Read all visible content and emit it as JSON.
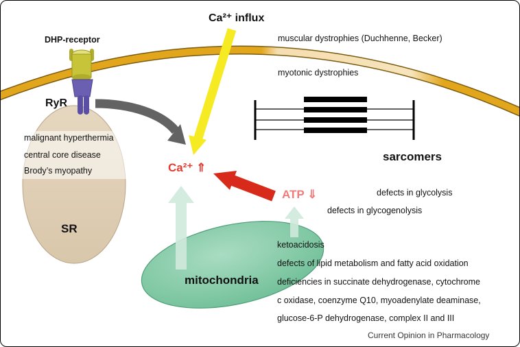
{
  "colors": {
    "membrane": "#e2a61d",
    "sr": "#e2d3bd",
    "mitochondria": "#7fc9a5",
    "ryr": "#6a5fb0",
    "dhp": "#c7c43a",
    "calcium_arrow": "#f6ea22",
    "gray_arrow": "#636363",
    "red_arrow": "#d72a1a",
    "pale_arrow": "#cfe9dc",
    "red_text": "#e03c31"
  },
  "labels": {
    "ca_influx": "Ca²⁺ influx",
    "dhp_receptor": "DHP-receptor",
    "ryr": "RyR",
    "sr": "SR",
    "sarcomers": "sarcomers",
    "mitochondria": "mitochondria",
    "ca_up": "Ca²⁺ ⇑",
    "atp_down": "ATP ⇓"
  },
  "membrane_disorders": [
    "muscular dystrophies (Duchhenne, Becker)",
    "myotonic dystrophies"
  ],
  "ryr_disorders": [
    "malignant hyperthermia",
    "central core disease",
    "Brody’s myopathy"
  ],
  "atp_disorders": [
    "defects in glycolysis",
    "defects in glycogenolysis"
  ],
  "mito_disorders": [
    "ketoacidosis",
    "defects of lipid metabolism and fatty acid oxidation",
    "deficiencies in succinate dehydrogenase, cytochrome",
    "c oxidase, coenzyme Q10, myoadenylate deaminase,",
    "glucose-6-P dehydrogenase, complex II and III"
  ],
  "caption": "Current Opinion in Pharmacology"
}
